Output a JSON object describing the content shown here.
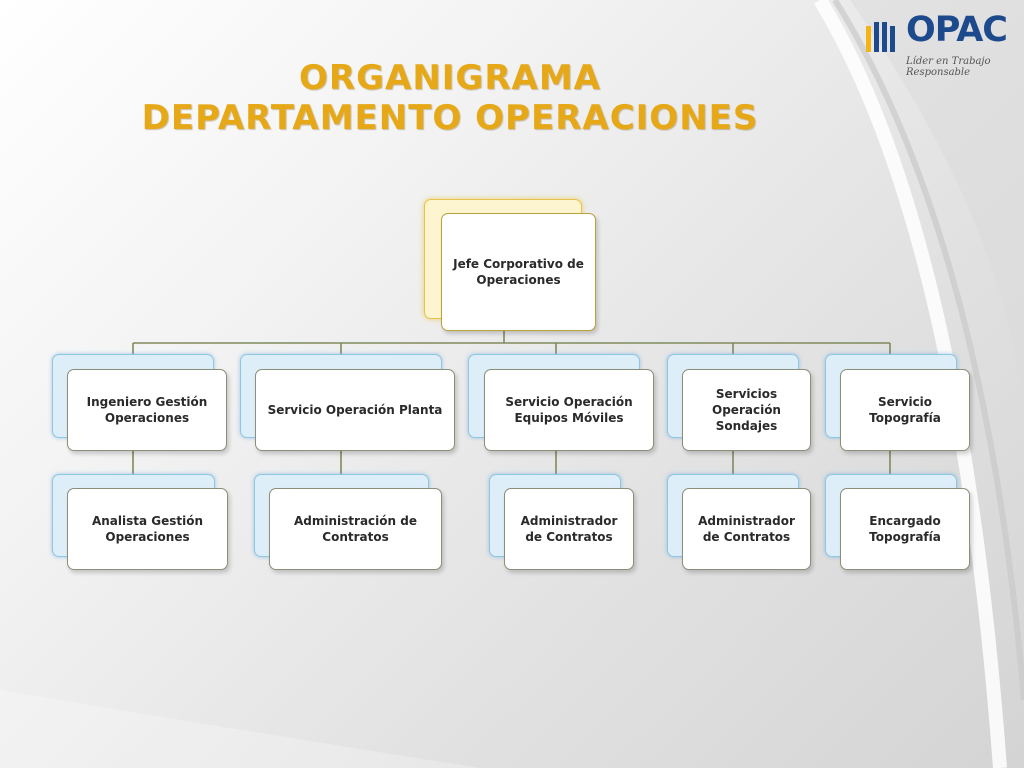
{
  "title": {
    "line1": "ORGANIGRAMA",
    "line2": "DEPARTAMENTO OPERACIONES"
  },
  "logo": {
    "name": "OPAC",
    "tagline": "Líder en Trabajo Responsable",
    "icon": "opac-bars-icon",
    "colors": {
      "blue": "#1c4a8c",
      "yellow": "#f2b418"
    }
  },
  "org": {
    "root": "Jefe Corporativo de Operaciones",
    "branches": [
      {
        "label": "Ingeniero Gestión Operaciones",
        "child": "Analista Gestión Operaciones"
      },
      {
        "label": "Servicio Operación Planta",
        "child": "Administración de Contratos"
      },
      {
        "label": "Servicio Operación Equipos Móviles",
        "child": "Administrador de Contratos"
      },
      {
        "label": "Servicios Operación Sondajes",
        "child": "Administrador de Contratos"
      },
      {
        "label": "Servicio Topografía",
        "child": "Encargado Topografía"
      }
    ]
  },
  "colors": {
    "title": "#e6a817",
    "connector": "#7f8a5e",
    "node_border": "#8a8f79",
    "node_accent": "#8ec6e6"
  }
}
